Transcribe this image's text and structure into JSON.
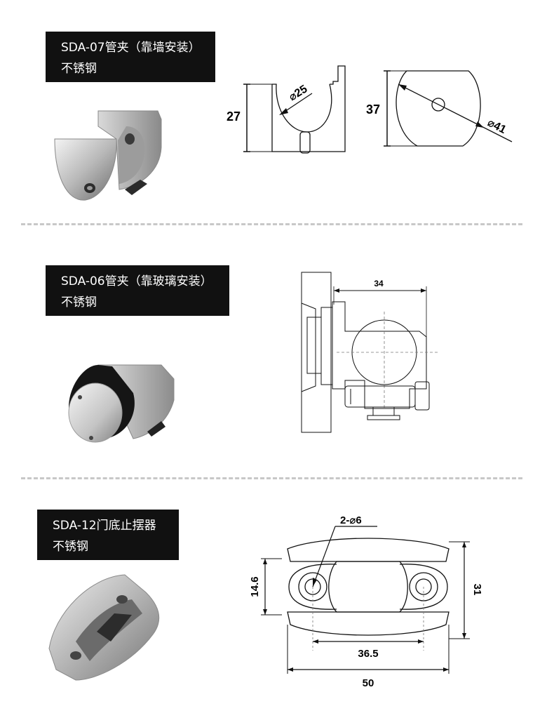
{
  "products": [
    {
      "model_line": "SDA-07管夹（靠墙安装）",
      "material": "不锈钢",
      "dims": {
        "height": "27",
        "bore": "⌀25",
        "plate_height": "37",
        "plate_dia": "⌀41"
      }
    },
    {
      "model_line": "SDA-06管夹（靠玻璃安装）",
      "material": "不锈钢",
      "dims": {
        "width": "34"
      }
    },
    {
      "model_line": "SDA-12门底止摆器",
      "material": "不锈钢",
      "dims": {
        "holes": "2-⌀6",
        "gap": "14.6",
        "height": "31",
        "hole_pitch": "36.5",
        "length": "50"
      }
    }
  ]
}
